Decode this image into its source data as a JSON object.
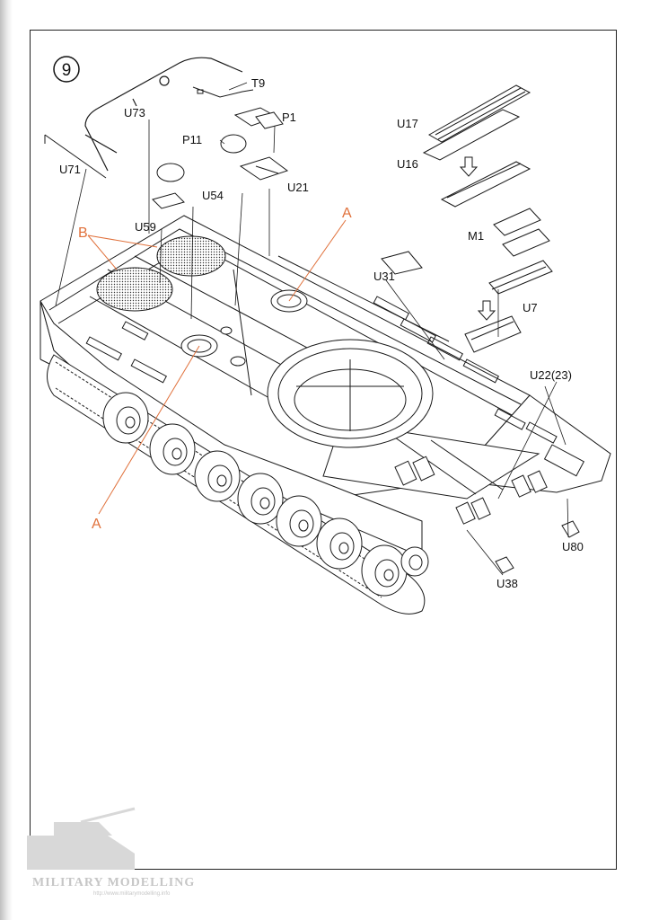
{
  "step": {
    "number": "9"
  },
  "labels": {
    "t9": "T9",
    "p1": "P1",
    "u73": "U73",
    "p11": "P11",
    "u71": "U71",
    "u54": "U54",
    "u21": "U21",
    "u59": "U59",
    "u17": "U17",
    "u16": "U16",
    "m1": "M1",
    "u31": "U31",
    "u7": "U7",
    "u22": "U22(23)",
    "u80": "U80",
    "u38": "U38"
  },
  "callouts": {
    "b": "B",
    "a_top": "A",
    "a_bottom": "A"
  },
  "watermark": {
    "title": "MILITARY MODELLING",
    "url": "http://www.militarymodelling.info"
  },
  "colors": {
    "line": "#1a1a1a",
    "accent": "#e0703a",
    "frame": "#222222"
  },
  "icons": {
    "arrow": "hollow-down-arrow",
    "step_badge": "circled-number"
  }
}
